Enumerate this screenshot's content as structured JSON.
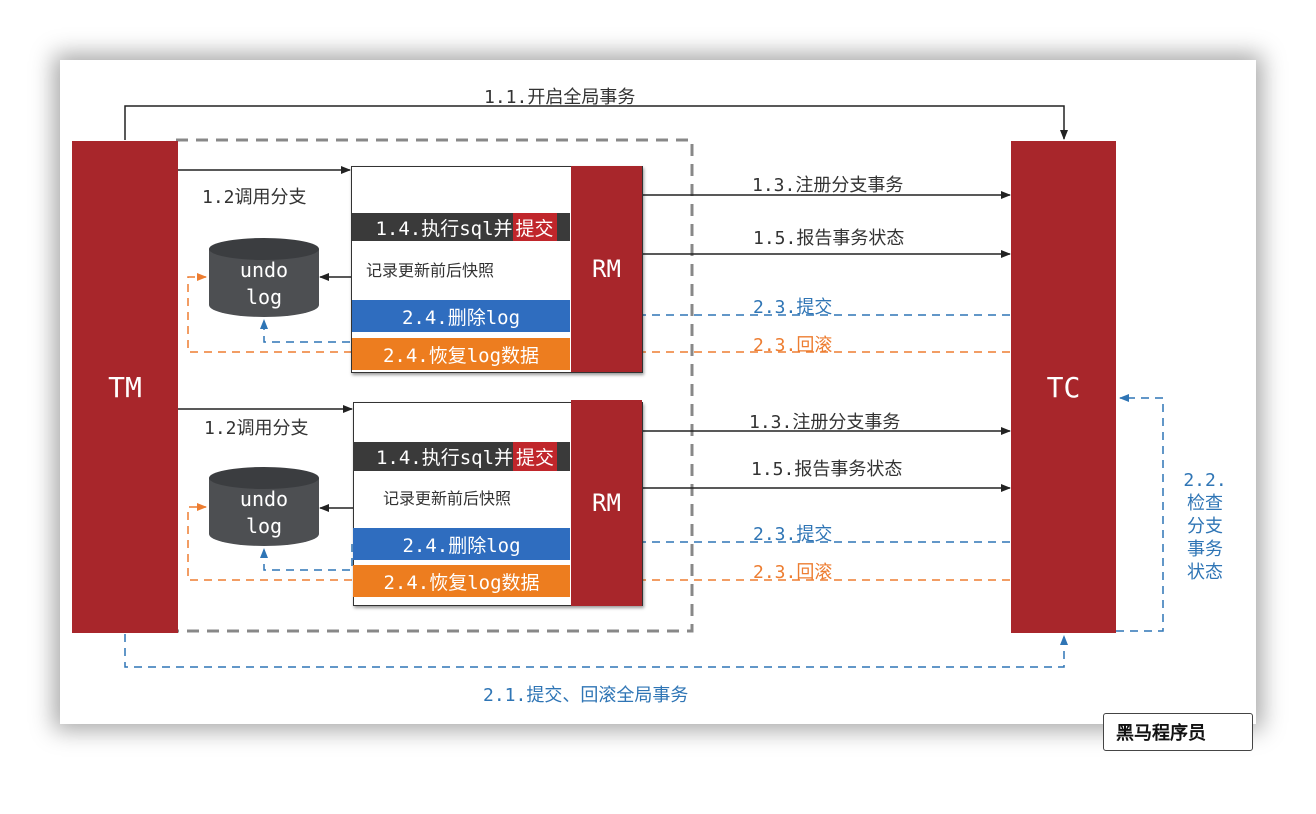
{
  "tm": "TM",
  "tc": "TC",
  "rm": "RM",
  "open_global_tx": "1.1.开启全局事务",
  "call_branch": "1.2调用分支",
  "register_branch": "1.3.注册分支事务",
  "exec_sql": "1.4.执行sql并",
  "exec_sql_hl": "提交",
  "report_status": "1.5.报告事务状态",
  "undo_line1": "undo",
  "undo_line2": "log",
  "record_snapshot": "记录更新前后快照",
  "delete_log": "2.4.删除log",
  "restore_log": "2.4.恢复log数据",
  "commit": "2.3.提交",
  "rollback": "2.3.回滚",
  "check_status": [
    "2.2.",
    "检查",
    "分支",
    "事务",
    "状态"
  ],
  "global_commit_rollback": "2.1.提交、回滚全局事务",
  "watermark": "黑马程序员",
  "colors": {
    "red": "#a8262b",
    "blue": "#2f75b5",
    "orange": "#ed7d31",
    "dark": "#3a3a3a"
  }
}
